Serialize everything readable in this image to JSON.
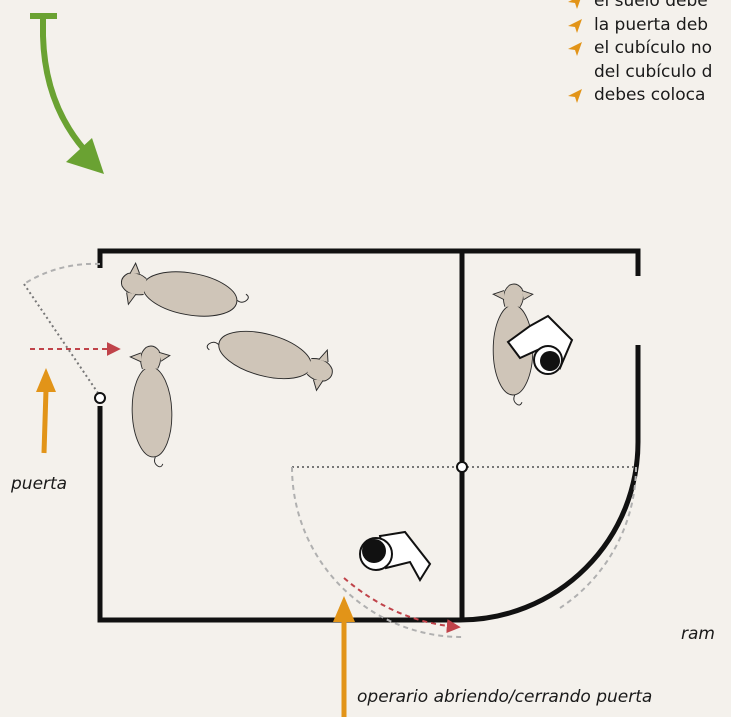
{
  "bullets": [
    {
      "text": "el suelo debe"
    },
    {
      "text": "la puerta deb"
    },
    {
      "text": "el cubículo no",
      "cont": "del cubículo d"
    },
    {
      "text": "debes coloca"
    }
  ],
  "labels": {
    "puerta": "puerta",
    "operario": "operario abriendo/cerrando puerta",
    "ramp": "ram"
  },
  "colors": {
    "background": "#f4f1ec",
    "wall": "#111111",
    "arrow_green": "#6aa232",
    "arrow_orange": "#e29418",
    "path_red": "#c0434a",
    "sheep": "#cfc5b8",
    "bullet": "#e29418"
  },
  "icons": [
    "bullet-arrow-icon",
    "sheep-icon",
    "operator-icon"
  ]
}
